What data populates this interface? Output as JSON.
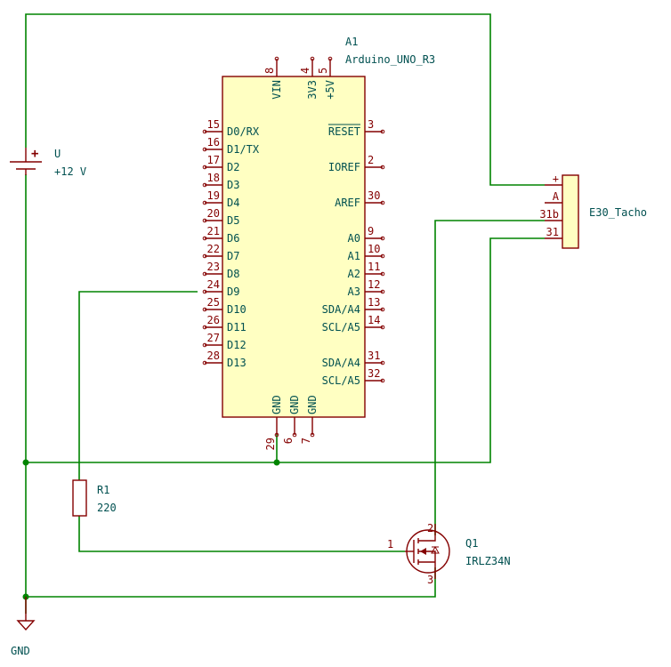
{
  "colors": {
    "wire": "#008400",
    "symbol": "#840000",
    "body_fill": "#ffffc2",
    "text": "#005050",
    "background": "#ffffff"
  },
  "arduino": {
    "ref": "A1",
    "value": "Arduino_UNO_R3",
    "top_pins": [
      {
        "num": "8",
        "name": "VIN"
      },
      {
        "num": "4",
        "name": "3V3"
      },
      {
        "num": "5",
        "name": "+5V"
      }
    ],
    "left_pins": [
      {
        "num": "15",
        "name": "D0/RX"
      },
      {
        "num": "16",
        "name": "D1/TX"
      },
      {
        "num": "17",
        "name": "D2"
      },
      {
        "num": "18",
        "name": "D3"
      },
      {
        "num": "19",
        "name": "D4"
      },
      {
        "num": "20",
        "name": "D5"
      },
      {
        "num": "21",
        "name": "D6"
      },
      {
        "num": "22",
        "name": "D7"
      },
      {
        "num": "23",
        "name": "D8"
      },
      {
        "num": "24",
        "name": "D9"
      },
      {
        "num": "25",
        "name": "D10"
      },
      {
        "num": "26",
        "name": "D11"
      },
      {
        "num": "27",
        "name": "D12"
      },
      {
        "num": "28",
        "name": "D13"
      }
    ],
    "right_pins": [
      {
        "num": "3",
        "name": "RESET"
      },
      {
        "num": "2",
        "name": "IOREF"
      },
      {
        "num": "30",
        "name": "AREF"
      },
      {
        "num": "9",
        "name": "A0"
      },
      {
        "num": "10",
        "name": "A1"
      },
      {
        "num": "11",
        "name": "A2"
      },
      {
        "num": "12",
        "name": "A3"
      },
      {
        "num": "13",
        "name": "SDA/A4"
      },
      {
        "num": "14",
        "name": "SCL/A5"
      },
      {
        "num": "31",
        "name": "SDA/A4"
      },
      {
        "num": "32",
        "name": "SCL/A5"
      }
    ],
    "bottom_pins": [
      {
        "num": "29",
        "name": "GND"
      },
      {
        "num": "6",
        "name": "GND"
      },
      {
        "num": "7",
        "name": "GND"
      }
    ]
  },
  "supply": {
    "ref": "U",
    "value": "+12 V",
    "plus": "+"
  },
  "resistor": {
    "ref": "R1",
    "value": "220"
  },
  "mosfet": {
    "ref": "Q1",
    "value": "IRLZ34N",
    "pins": [
      "1",
      "2",
      "3"
    ]
  },
  "connector": {
    "value": "E30_Tacho",
    "pins": [
      "+",
      "A",
      "31b",
      "31"
    ]
  },
  "ground": {
    "label": "GND"
  }
}
